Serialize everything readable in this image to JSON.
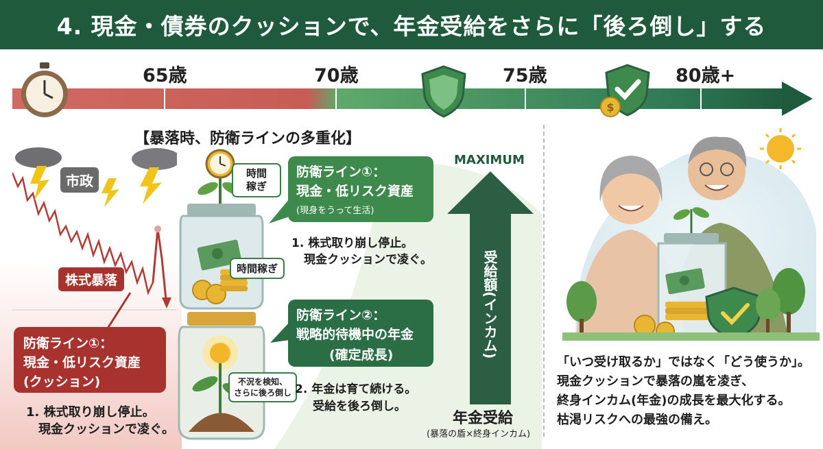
{
  "title": "4. 現金・債券のクッションで、年金受給をさらに「後ろ倒し」する",
  "timeline": {
    "ages": [
      "65歳",
      "70歳",
      "75歳",
      "80歳+"
    ]
  },
  "left_panel": {
    "heading": "【暴落時、防衛ラインの多重化】",
    "market_label": "市政",
    "crash_label": "株式暴落",
    "defense1_title": "防衛ライン①：",
    "defense1_body": "現金・低リスク資産",
    "defense1_sub": "(クッション)",
    "steps_line1": "1. 株式取り崩し停止。",
    "steps_line2": "現金クッションで凌ぐ。"
  },
  "center_panel": {
    "clock_note_line1": "時間",
    "clock_note_line2": "稼ぎ",
    "jar_note": "時間稼ぎ",
    "bottom_jar_note_line1": "不況を検知、",
    "bottom_jar_note_line2": "さらに後ろ倒し",
    "line1_title": "防衛ライン①：",
    "line1_body": "現金・低リスク資産",
    "line1_sub": "(現身をうって生活)",
    "line1_step1": "1. 株式取り崩し停止。",
    "line1_step2": "現金クッションで凌ぐ。",
    "line2_title": "防衛ライン②：",
    "line2_body": "戦略的待機中の年金",
    "line2_sub": "(確定成長)",
    "line2_step1": "2. 年金は育て続ける。",
    "line2_step2": "受給を後ろ倒し。"
  },
  "arrow_panel": {
    "top_label": "MAXIMUM",
    "vertical_label": "受給額(インカム)",
    "bottom_label": "年金受給",
    "bottom_sub": "(暴落の盾×終身インカム)"
  },
  "right_panel": {
    "line1": "「いつ受け取るか」ではなく「どう使うか」。",
    "line2": "現金クッションで暴落の嵐を凌ぎ、",
    "line3": "終身インカム(年金)の成長を最大化する。",
    "line4": "枯渇リスクへの最強の備え。"
  },
  "colors": {
    "header": "#1f5a3d",
    "red_accent": "#a8322e",
    "green_accent": "#3d8a4c",
    "dark_green": "#2b5e43"
  }
}
